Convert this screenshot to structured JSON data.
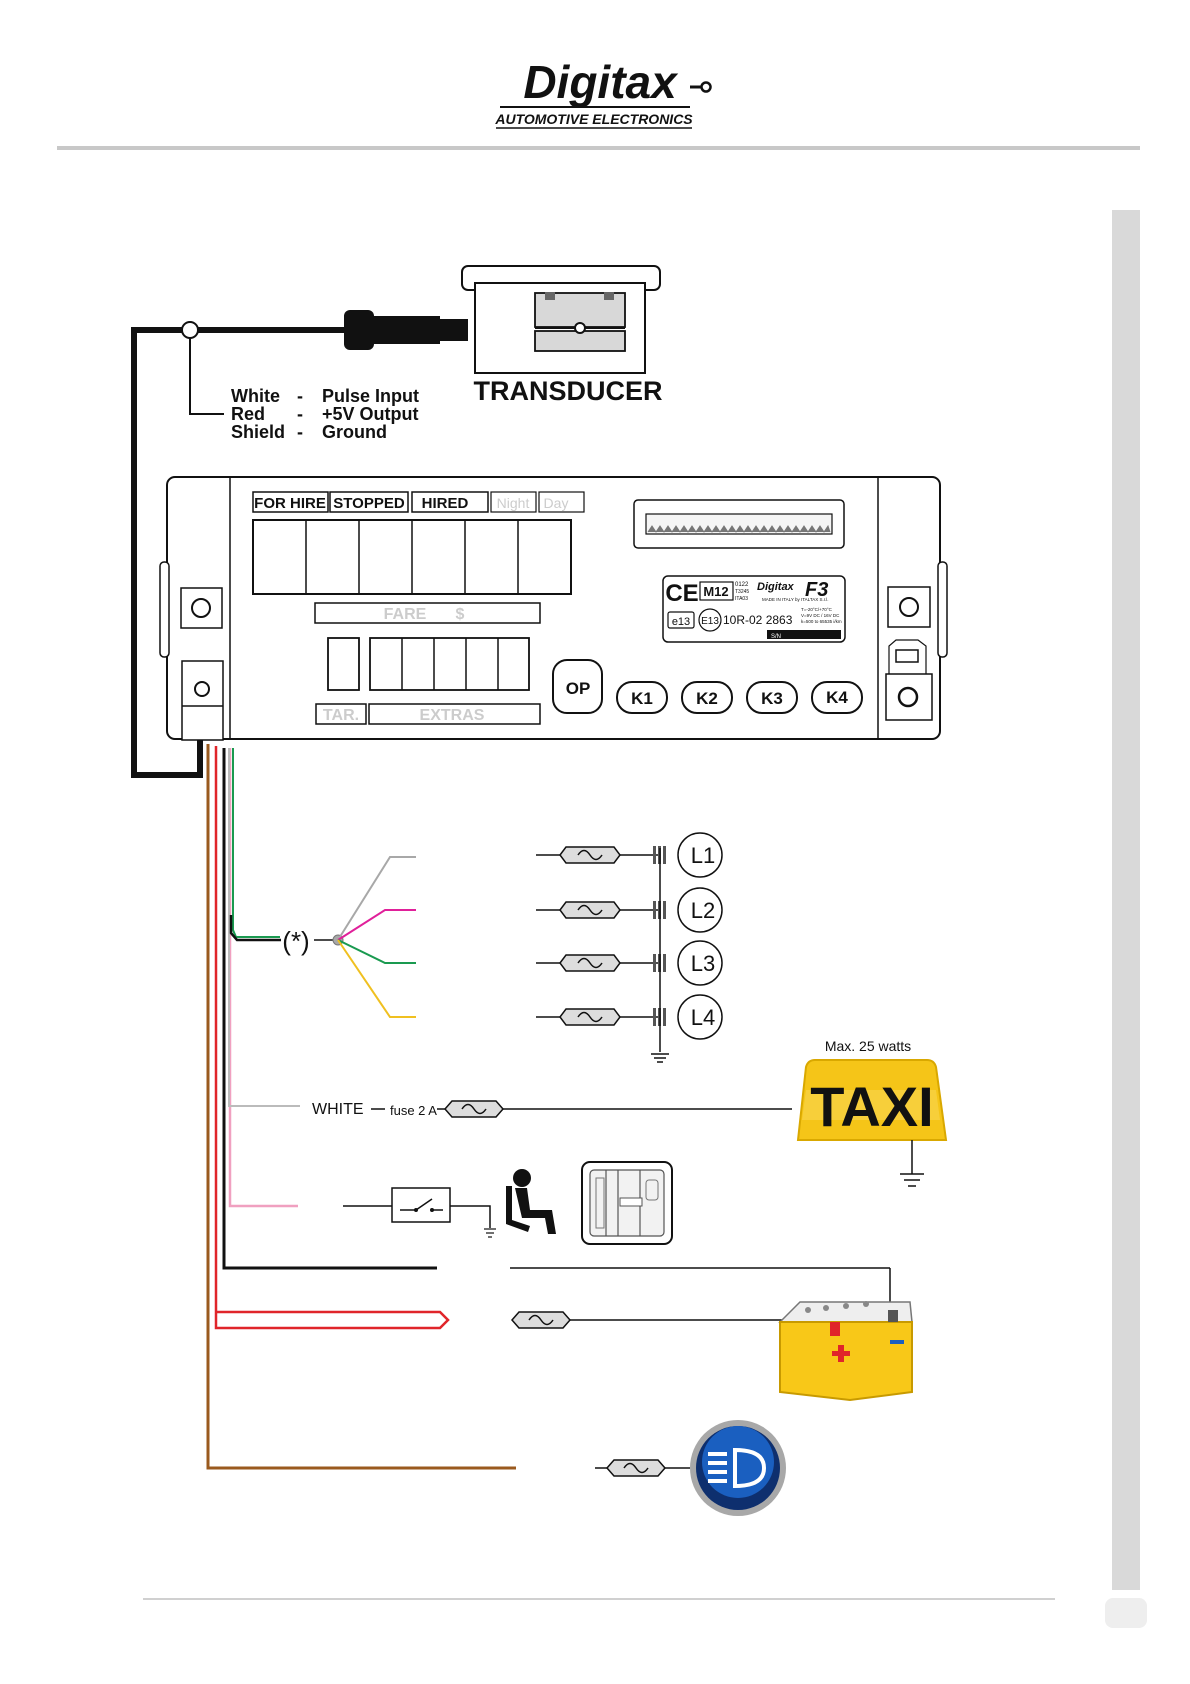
{
  "header": {
    "logo_text": "Digitax",
    "logo_subtitle": "AUTOMOTIVE ELECTRONICS"
  },
  "transducer": {
    "title": "TRANSDUCER",
    "wires": [
      {
        "color": "White",
        "dash": "-",
        "function": "Pulse Input"
      },
      {
        "color": "Red",
        "dash": "-",
        "function": "+5V Output"
      },
      {
        "color": "Shield",
        "dash": "-",
        "function": "Ground"
      }
    ]
  },
  "meter": {
    "status_labels": [
      "FOR HIRE",
      "STOPPED",
      "HIRED",
      "Night",
      "Day"
    ],
    "fare_label": "FARE",
    "fare_currency": "$",
    "tariff_label": "TAR.",
    "extras_label": "EXTRAS",
    "buttons": [
      "OP",
      "K1",
      "K2",
      "K3",
      "K4"
    ],
    "plate": {
      "ce": "CE",
      "m12": "M12",
      "m12_code1": "0122",
      "m12_code2": "T3245",
      "m12_code3": "ITA03",
      "brand": "Digitax",
      "model": "F3",
      "made_in": "MADE IN ITALY by ITALTAX S.r.l.",
      "spec1": "T=-20°C/+70°C",
      "spec2": "V=9V DC / 16V DC",
      "spec3": "k=500 to 65535 i/km",
      "e13a": "e13",
      "e13b": "E13",
      "approval": "10R-02 2863",
      "sn": "S/N"
    }
  },
  "lamps": {
    "marker": "(*)",
    "items": [
      "L1",
      "L2",
      "L3",
      "L4"
    ],
    "wire_colors": [
      "#a8a8a8",
      "#e0209a",
      "#1a9a50",
      "#f0c020"
    ]
  },
  "taxi_sign": {
    "max_label": "Max. 25 watts",
    "wire_label": "WHITE",
    "fuse_label": "fuse 2 A",
    "sign_text": "TAXI"
  },
  "colors": {
    "wire_black": "#111111",
    "wire_red": "#e0252a",
    "wire_brown": "#9a5a1e",
    "wire_pink": "#f0a0c0",
    "wire_white": "#bbbbbb",
    "wire_green": "#1a9a50",
    "taxi_yellow": "#f5c518",
    "battery_yellow": "#f8c818",
    "headlight_blue": "#1a5fc0",
    "rule_gray": "#c8c8c8"
  }
}
